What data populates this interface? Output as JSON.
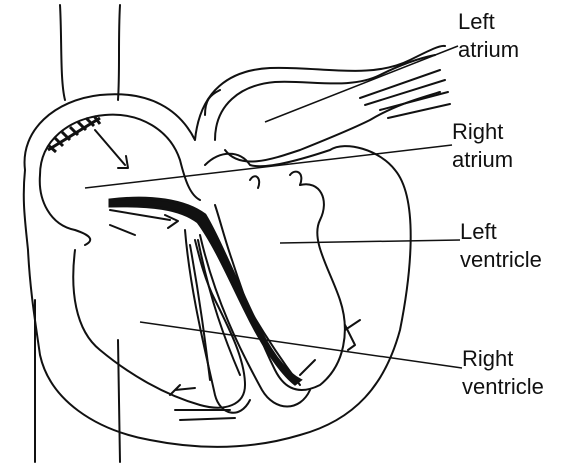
{
  "labels": {
    "left_atrium": {
      "line1": "Left",
      "line2": "atrium"
    },
    "right_atrium": {
      "line1": "Right",
      "line2": "atrium"
    },
    "left_ventricle": {
      "line1": "Left",
      "line2": "ventricle"
    },
    "right_ventricle": {
      "line1": "Right",
      "line2": "ventricle"
    }
  },
  "colors": {
    "ink": "#111111",
    "background": "#ffffff"
  }
}
